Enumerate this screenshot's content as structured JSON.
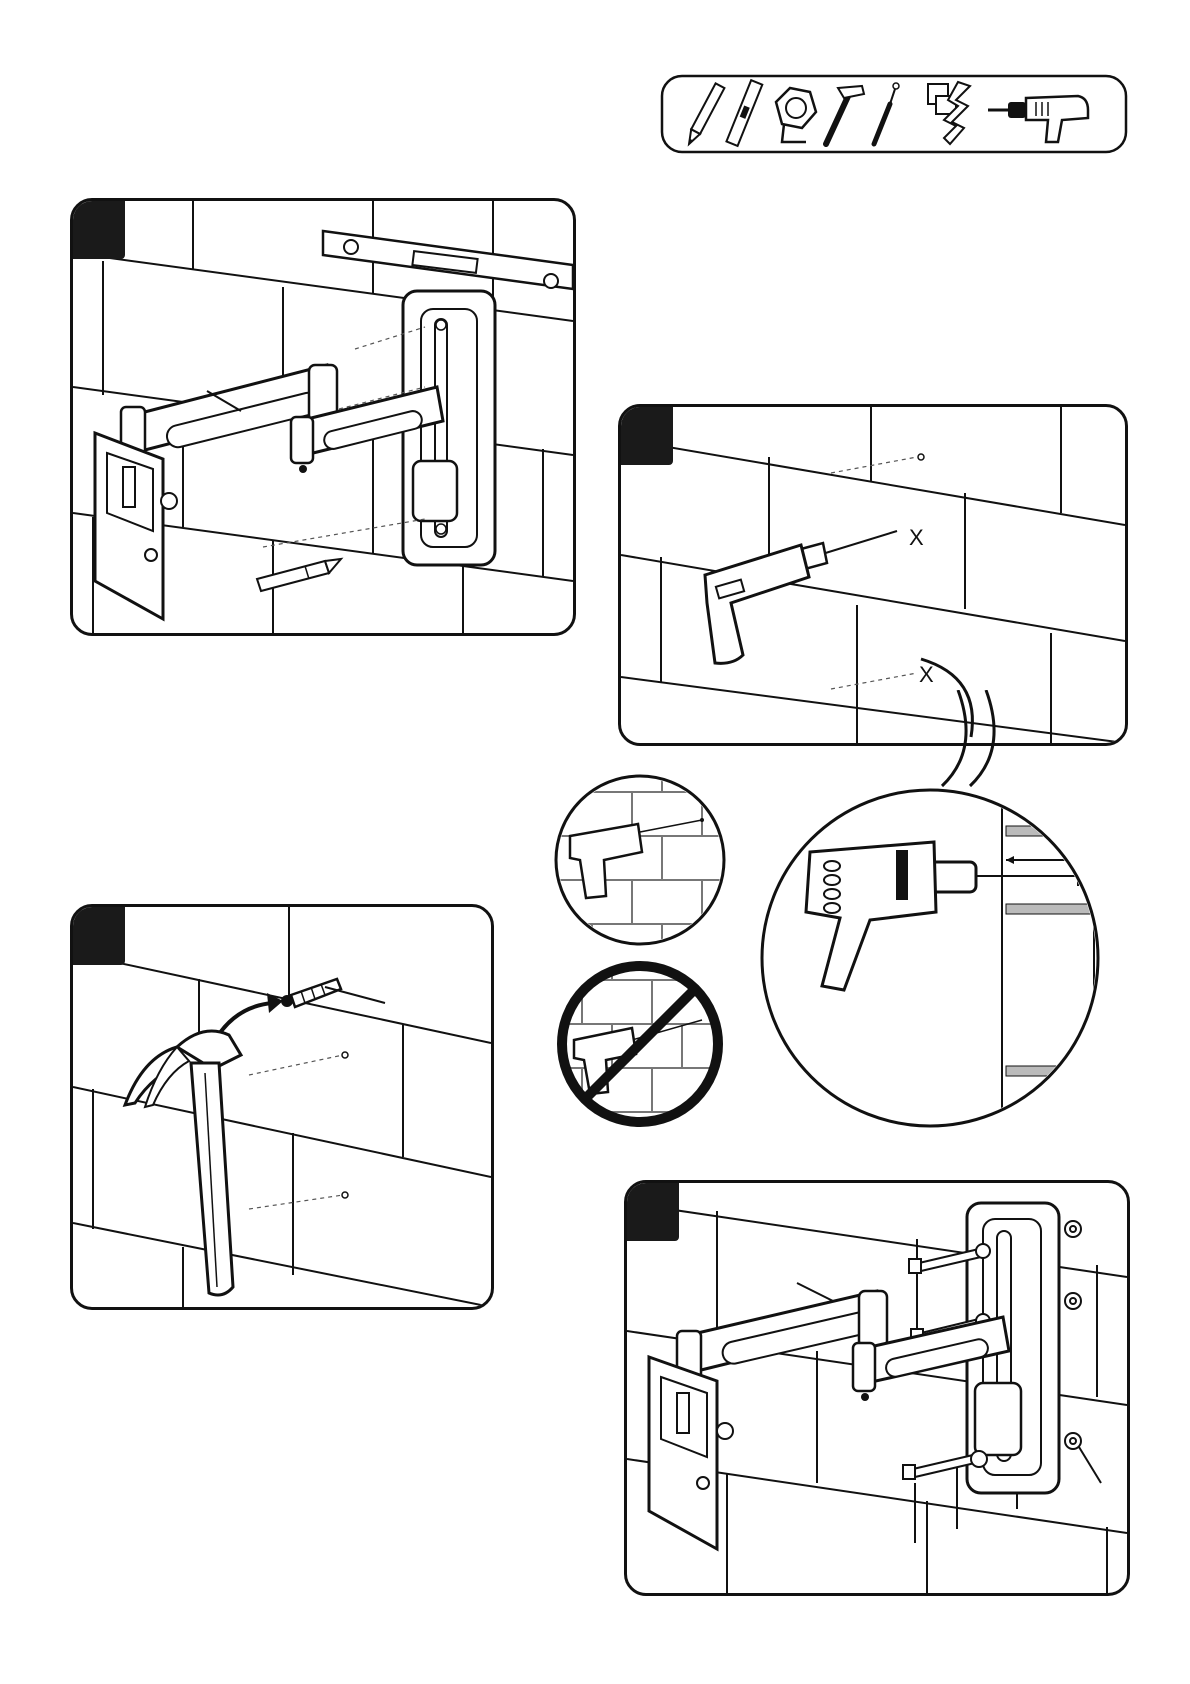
{
  "page": {
    "background": "#ffffff",
    "ink": "#111111",
    "step_tab_color": "#1a1a1a",
    "mortar_color": "#777777"
  },
  "tools": [
    {
      "icon": "pencil-icon"
    },
    {
      "icon": "spirit-level-icon"
    },
    {
      "icon": "tape-measure-icon"
    },
    {
      "icon": "hammer-icon"
    },
    {
      "icon": "screwdriver-icon"
    },
    {
      "icon": "masonry-drill-bit-icon"
    },
    {
      "icon": "power-drill-icon"
    }
  ],
  "steps": [
    {
      "id": "mark-holes",
      "icon": "wall-mount-arm-icon"
    },
    {
      "id": "drill-holes",
      "icon": "drill-icon"
    },
    {
      "id": "insert-wall-plugs",
      "icon": "hammer-icon"
    },
    {
      "id": "fix-bracket",
      "icon": "wall-mount-arm-icon"
    }
  ],
  "details": [
    {
      "id": "correct-drilling",
      "icon": "drill-icon"
    },
    {
      "id": "incorrect-drilling",
      "icon": "prohibited-icon"
    },
    {
      "id": "drill-depth-detail",
      "icon": "drill-depth-icon"
    }
  ],
  "marks": {
    "drill_point_label": "X"
  }
}
